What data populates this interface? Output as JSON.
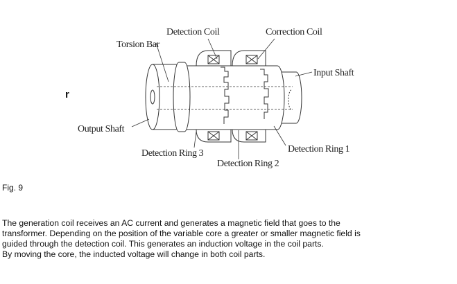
{
  "diagram": {
    "labels": {
      "detection_coil": "Detection Coil",
      "correction_coil": "Correction Coil",
      "torsion_bar": "Torsion Bar",
      "input_shaft": "Input Shaft",
      "output_shaft": "Output Shaft",
      "detection_ring_1": "Detection Ring 1",
      "detection_ring_2": "Detection Ring 2",
      "detection_ring_3": "Detection Ring 3"
    }
  },
  "stray_char": "r",
  "figure_caption": "Fig. 9",
  "paragraph": {
    "lines": [
      "The generation coil receives an AC current and generates a magnetic field that goes to the",
      "transformer. Depending on the position of the variable core a greater or smaller magnetic field is",
      "guided through the detection coil. This generates an induction voltage in the coil parts.",
      "By moving the core, the  inducted voltage will change in both coil parts."
    ]
  }
}
